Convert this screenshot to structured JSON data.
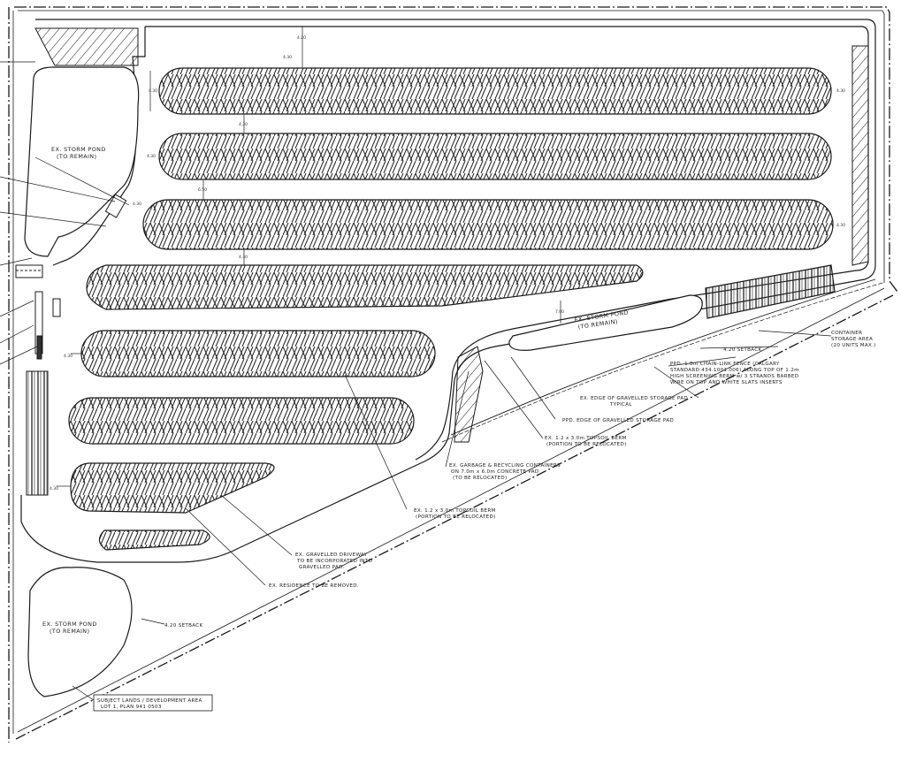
{
  "site_plan": {
    "storm_ponds": {
      "upper_left": {
        "line1": "EX. STORM POND",
        "line2": "(TO REMAIN)"
      },
      "lower_left": {
        "line1": "EX. STORM POND",
        "line2": "(TO REMAIN)"
      },
      "center_right": {
        "line1": "EX. STORM POND",
        "line2": "(TO REMAIN)"
      }
    },
    "container_storage": {
      "line1": "CONTAINER",
      "line2": "STORAGE AREA",
      "line3": "(20 UNITS MAX.)"
    },
    "setbacks": {
      "right": "4.20 SETBACK",
      "lower_left": "4.20 SETBACK"
    },
    "fence": {
      "line1": "PPD. 1.8m CHAIN-LINK FENCE (CALGARY",
      "line2": "STANDARD 434.1001.006) ALONG TOP OF 1.2m",
      "line3": "HIGH SCREENING BERM w/ 3 STRANDS BARBED",
      "line4": "WIRE ON TOP AND WHITE SLATS INSERTS"
    },
    "edge_gravel": {
      "line1": "EX. EDGE OF GRAVELLED STORAGE PAD",
      "line2": "TYPICAL"
    },
    "ppd_edge": "PPD. EDGE OF GRAVELLED STORAGE PAD",
    "berm_right": {
      "line1": "EX. 1.2 x 3.0m TOPSOIL BERM",
      "line2": "(PORTION TO BE RELOCATED)"
    },
    "garbage": {
      "line1": "EX. GARBAGE & RECYCLING CONTAINERS",
      "line2": "ON 7.0m x 6.0m CONCRETE PAD",
      "line3": "(TO BE RELOCATED)"
    },
    "berm_mid": {
      "line1": "EX. 1.2 x 3.0m TOPSOIL BERM",
      "line2": "(PORTION TO BE RELOCATED)"
    },
    "driveway": {
      "line1": "EX. GRAVELLED DRIVEWAY",
      "line2": "TO BE INCORPORATED INTO",
      "line3": "GRAVELLED PAD."
    },
    "residence": "EX. RESIDENCE TO BE REMOVED.",
    "subject_lands": {
      "line1": "SUBJECT LANDS / DEVELOPMENT AREA",
      "line2": "LOT 1, PLAN 941 0503"
    },
    "dims": {
      "d1": "4.20",
      "d2": "4.30",
      "d3": "4.30",
      "d4": "4.30",
      "d5": "4.30",
      "d6": "4.30",
      "d7": "6.50",
      "d8": "4.30",
      "d9": "4.30",
      "d10": "7.00",
      "d11": "4.30",
      "d12": "4.30",
      "d13": "4.30"
    },
    "colors": {
      "ink": "#1a1a1a",
      "hatch": "#333333",
      "paper": "#ffffff"
    }
  }
}
